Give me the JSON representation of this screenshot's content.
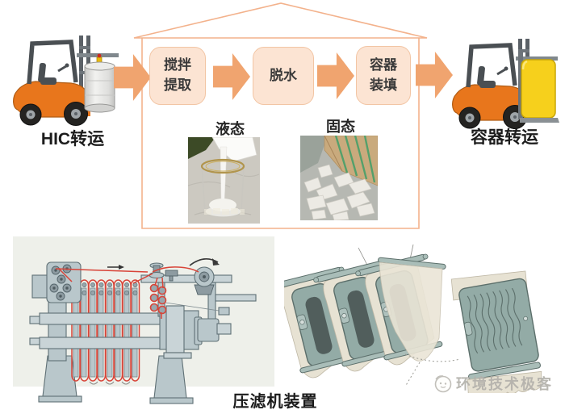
{
  "flow": {
    "left_transport_label": "HIC转运",
    "right_transport_label": "容器转运",
    "steps": [
      {
        "line1": "搅拌",
        "line2": "提取"
      },
      {
        "line1": "脱水",
        "line2": ""
      },
      {
        "line1": "容器",
        "line2": "装填"
      }
    ],
    "liquid_label": "液态",
    "solid_label": "固态"
  },
  "bottom": {
    "filter_press_caption": "压滤机装置",
    "watermark": "环境技术极客"
  },
  "icons": {
    "left_vehicle": "forklift-with-drum",
    "right_vehicle": "forklift-with-yellow-container",
    "flow_arrow": "right-arrow",
    "liquid_photo": "slurry-pour-photo",
    "solid_photo": "filter-cake-photo",
    "filter_press": "filter-press-schematic",
    "filter_plates": "filter-plate-cloth-illustration",
    "watermark_logo": "geek-face"
  },
  "colors": {
    "arrow_orange": "#f0a46f",
    "box_fill": "#fce4d3",
    "box_border": "#f2c5a4",
    "house_outline": "#f3b28c",
    "forklift_orange": "#e8761c",
    "container_yellow": "#f6d01c",
    "filter_cloth_red": "#d84438",
    "machine_gray": "#b9c7cb",
    "plate_teal": "#93aba6",
    "cloth_beige": "#e7e2d3",
    "label_text": "#1c1c1c",
    "watermark_gray": "#b3b1ab"
  }
}
